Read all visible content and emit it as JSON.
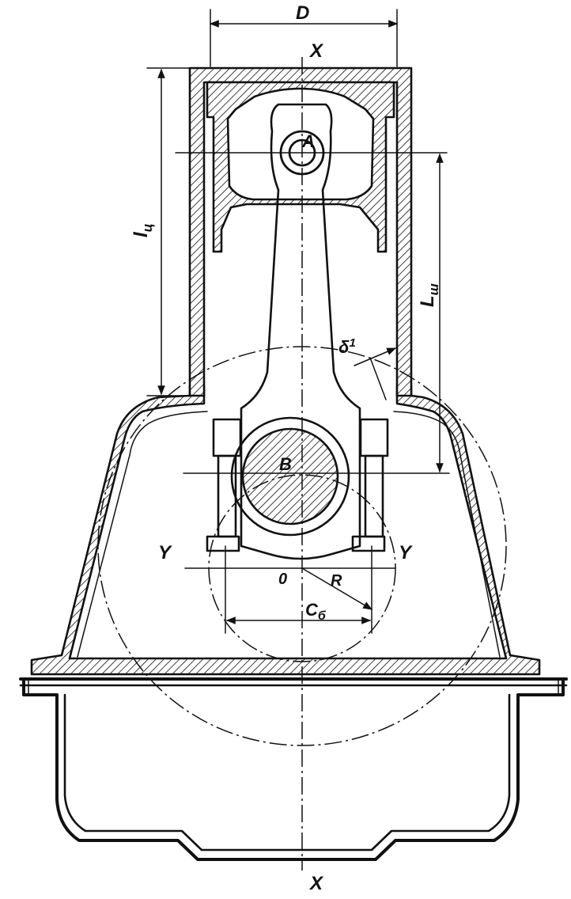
{
  "labels": {
    "diameter": "D",
    "axis_top": "X",
    "axis_bottom": "X",
    "axis_left": "Y",
    "axis_right": "Y",
    "point_a": "A",
    "point_b": "B",
    "origin": "0",
    "radius": "R",
    "piston_length": "l",
    "piston_length_sub": "ц",
    "rod_length": "L",
    "rod_length_sub": "ш",
    "clearance": "δ",
    "clearance_sub": "1",
    "bolt_spacing": "C",
    "bolt_spacing_sub": "б"
  }
}
